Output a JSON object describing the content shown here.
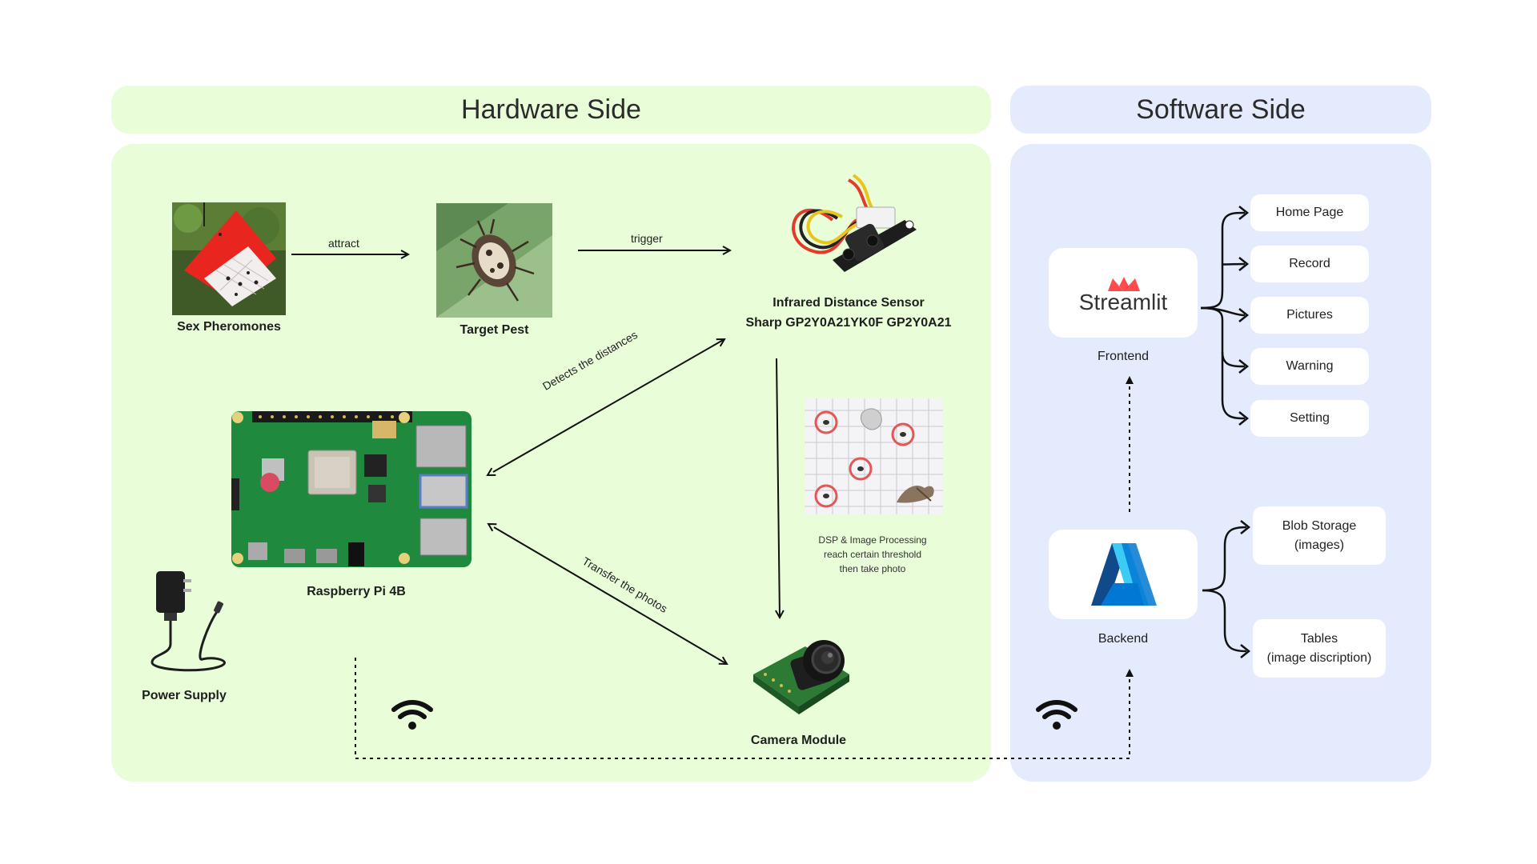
{
  "hardware": {
    "title": "Hardware Side",
    "nodes": {
      "pheromones": "Sex Pheromones",
      "pest": "Target Pest",
      "sensor_line1": "Infrared Distance Sensor",
      "sensor_line2": "Sharp GP2Y0A21YK0F GP2Y0A21",
      "raspberry": "Raspberry Pi 4B",
      "power": "Power Supply",
      "camera": "Camera Module"
    },
    "edges": {
      "attract": "attract",
      "trigger": "trigger",
      "detects": "Detects the distances",
      "transfer": "Transfer the photos"
    },
    "processing_note": [
      "DSP & Image Processing",
      "reach certain threshold",
      "then take photo"
    ]
  },
  "software": {
    "title": "Software Side",
    "frontend": {
      "logo_text": "Streamlit",
      "label": "Frontend"
    },
    "backend": {
      "label": "Backend"
    },
    "pages": [
      "Home Page",
      "Record",
      "Pictures",
      "Warning",
      "Setting"
    ],
    "storage": [
      {
        "line1": "Blob Storage",
        "line2": "(images)"
      },
      {
        "line1": "Tables",
        "line2": "(image discription)"
      }
    ]
  },
  "colors": {
    "hardware_bg": "#e9fdd9",
    "software_bg": "#e4ebfc",
    "streamlit_red": "#ff4b4b",
    "azure_blue": "#0078d4",
    "pcb_green": "#1f8a3d"
  },
  "icons": [
    "wifi-icon",
    "streamlit-crown-icon",
    "azure-logo-icon",
    "sticky-trap-icon",
    "beetle-icon",
    "ir-sensor-icon",
    "raspberry-pi-board-icon",
    "power-adapter-icon",
    "camera-module-icon",
    "detection-grid-icon"
  ]
}
